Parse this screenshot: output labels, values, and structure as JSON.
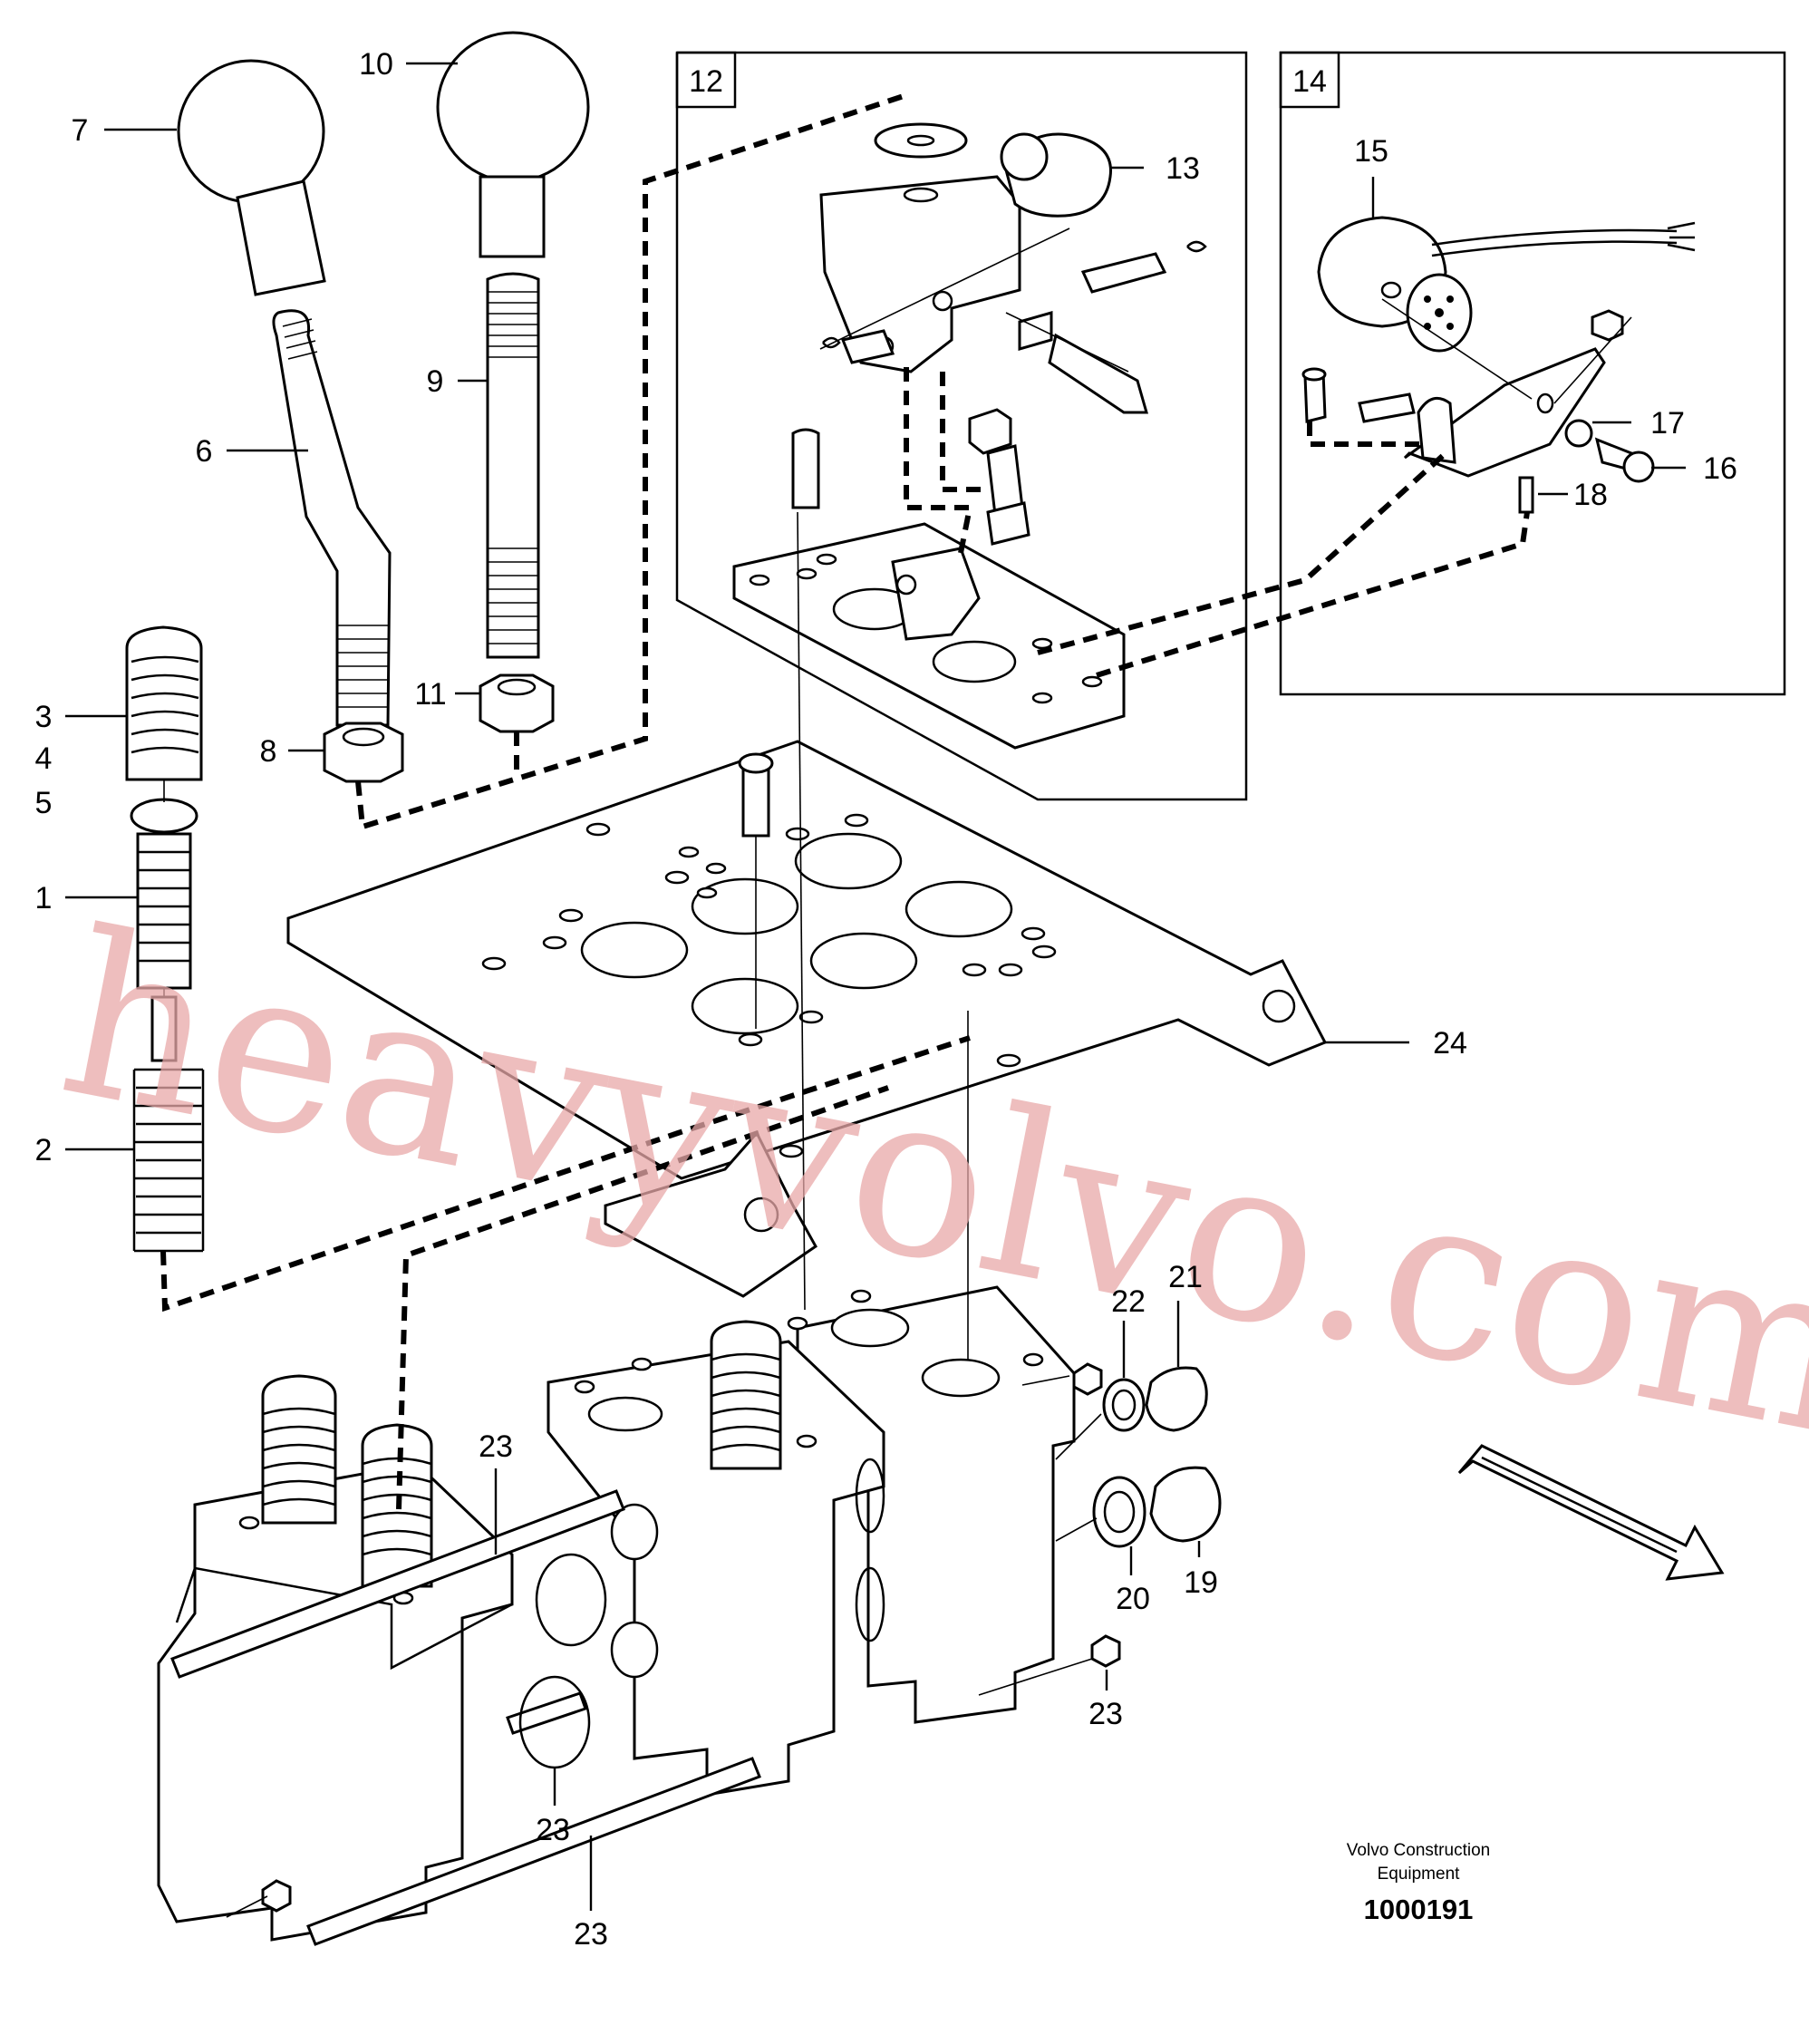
{
  "callouts": {
    "c1": "1",
    "c2": "2",
    "c3": "3",
    "c4": "4",
    "c5": "5",
    "c6": "6",
    "c7": "7",
    "c8": "8",
    "c9": "9",
    "c10": "10",
    "c11": "11",
    "c12": "12",
    "c13": "13",
    "c14": "14",
    "c15": "15",
    "c16": "16",
    "c17": "17",
    "c18": "18",
    "c19": "19",
    "c20": "20",
    "c21": "21",
    "c22": "22",
    "c23a": "23",
    "c23b": "23",
    "c23c": "23",
    "c23d": "23",
    "c24": "24"
  },
  "watermark": "heavyvolvo.com",
  "credit": {
    "line1": "Volvo Construction",
    "line2": "Equipment"
  },
  "part_number": "1000191",
  "colors": {
    "line": "#000000",
    "watermark": "#e8a8a8",
    "background": "#ffffff"
  }
}
